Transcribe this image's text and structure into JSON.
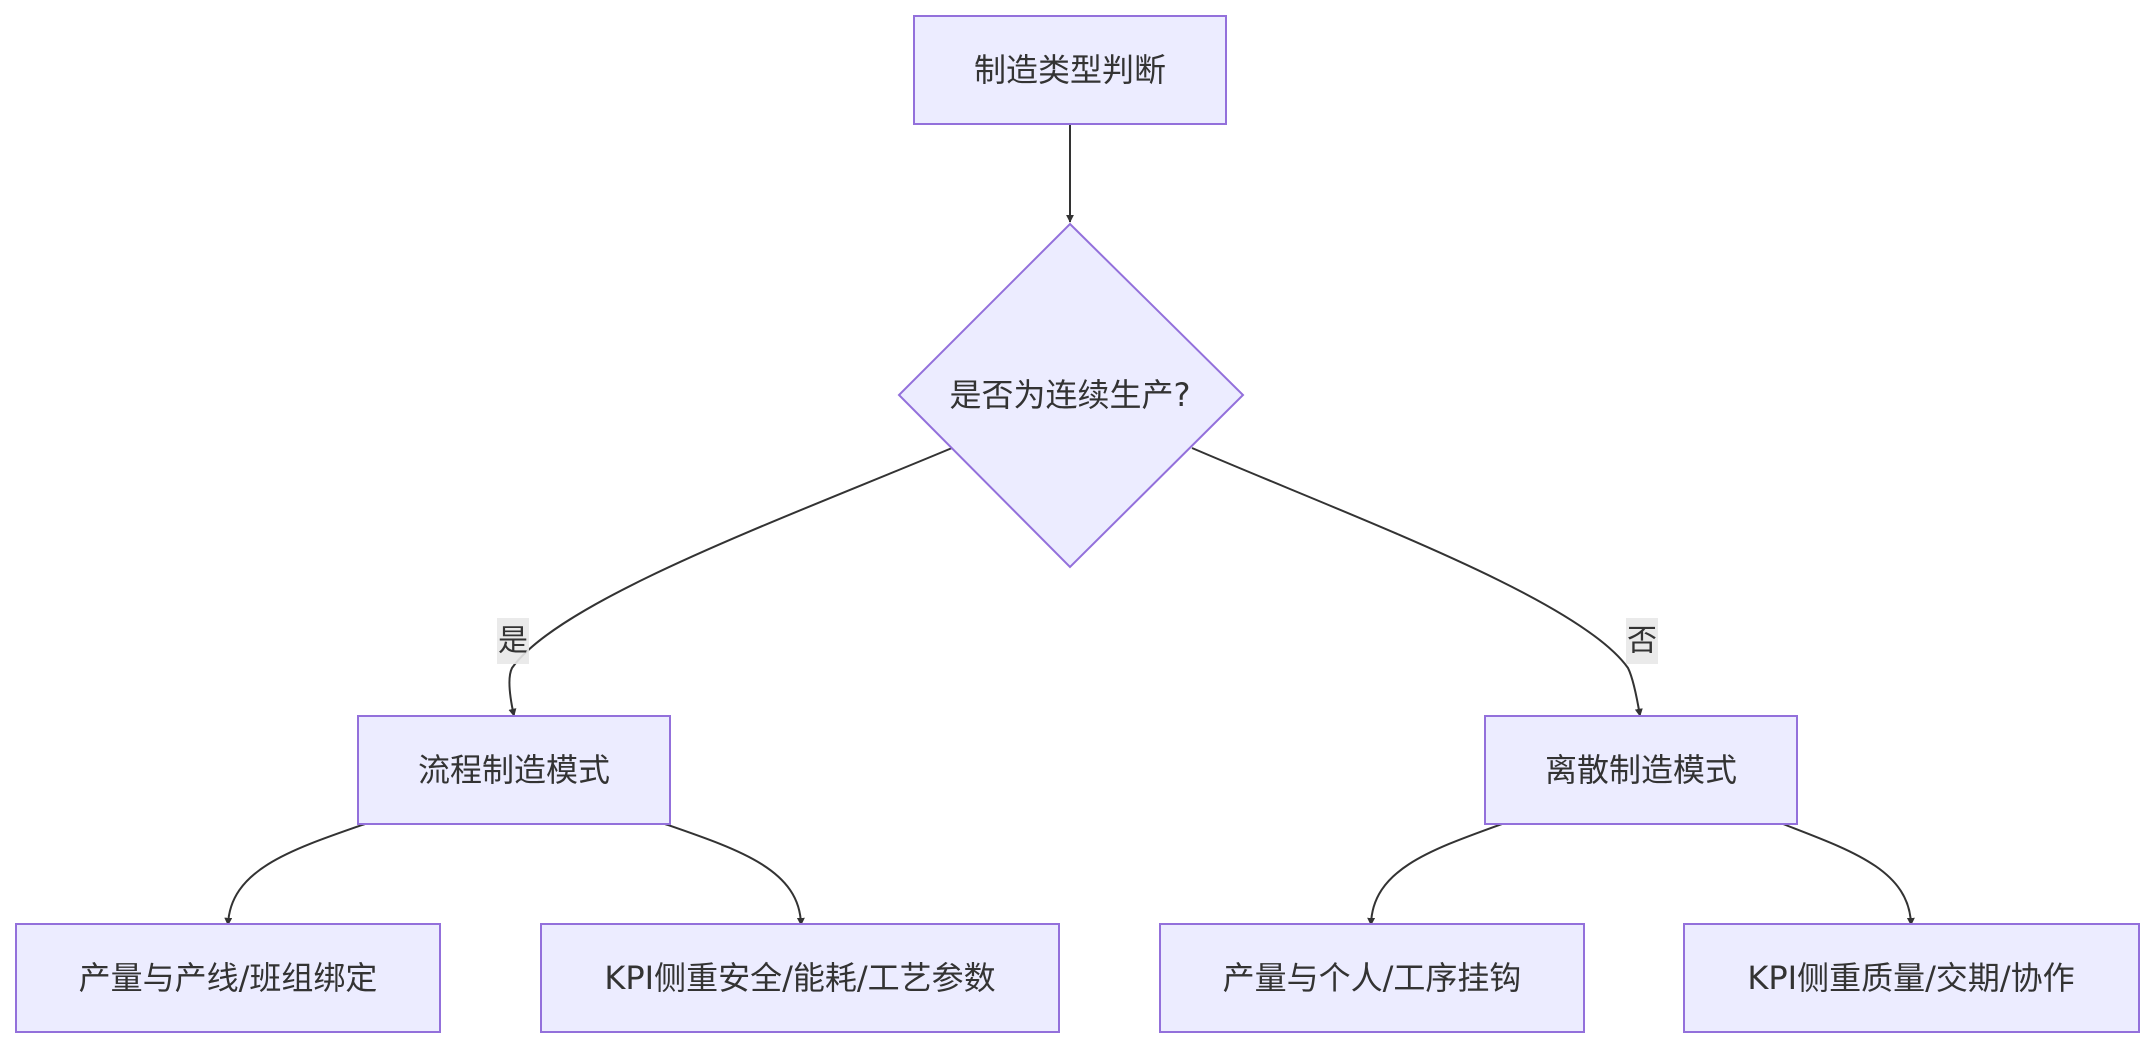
{
  "diagram": {
    "type": "flowchart",
    "colors": {
      "node_fill": "#ECECFF",
      "node_stroke": "#9370DB",
      "edge": "#333333",
      "text": "#333333",
      "label_bg": "#e8e8e8"
    },
    "nodes": {
      "start": {
        "label": "制造类型判断",
        "shape": "rect"
      },
      "decision": {
        "label": "是否为连续生产?",
        "shape": "diamond"
      },
      "process": {
        "label": "流程制造模式",
        "shape": "rect"
      },
      "discrete": {
        "label": "离散制造模式",
        "shape": "rect"
      },
      "p_output": {
        "label": "产量与产线/班组绑定",
        "shape": "rect"
      },
      "p_kpi": {
        "label": "KPI侧重安全/能耗/工艺参数",
        "shape": "rect"
      },
      "d_output": {
        "label": "产量与个人/工序挂钩",
        "shape": "rect"
      },
      "d_kpi": {
        "label": "KPI侧重质量/交期/协作",
        "shape": "rect"
      }
    },
    "edges": [
      {
        "from": "start",
        "to": "decision",
        "label": ""
      },
      {
        "from": "decision",
        "to": "process",
        "label": "是"
      },
      {
        "from": "decision",
        "to": "discrete",
        "label": "否"
      },
      {
        "from": "process",
        "to": "p_output",
        "label": ""
      },
      {
        "from": "process",
        "to": "p_kpi",
        "label": ""
      },
      {
        "from": "discrete",
        "to": "d_output",
        "label": ""
      },
      {
        "from": "discrete",
        "to": "d_kpi",
        "label": ""
      }
    ]
  }
}
